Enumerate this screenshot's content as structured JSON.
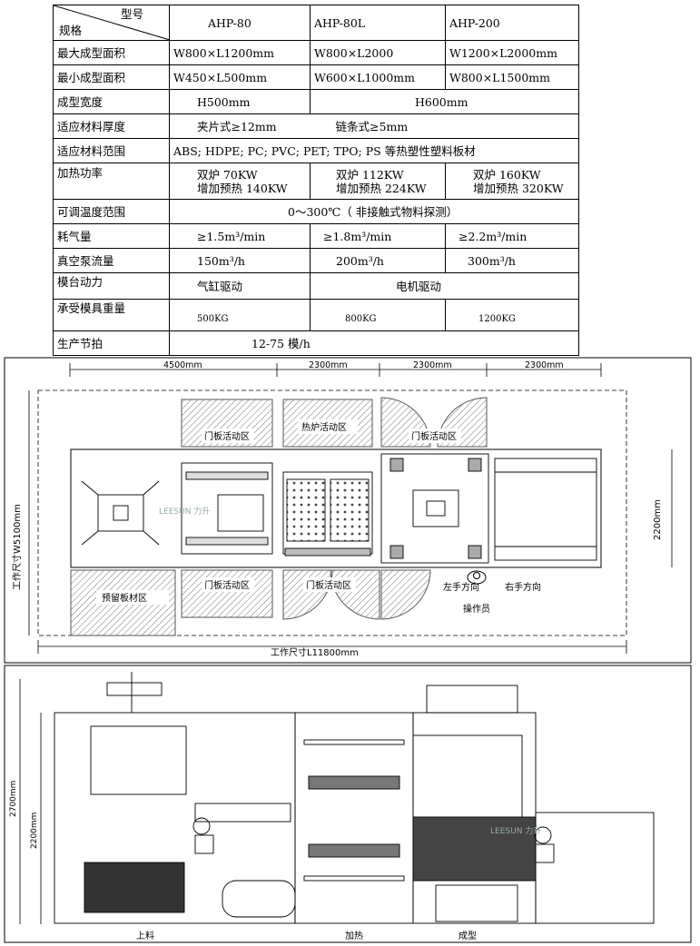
{
  "table": {
    "corner_top": "型号",
    "corner_bottom": "规格",
    "models": [
      "AHP-80",
      "AHP-80L",
      "AHP-200"
    ],
    "rows": [
      {
        "label": "最大成型面积",
        "cells": [
          "W800×L1200mm",
          "W800×L2000",
          "W1200×L2000mm"
        ]
      },
      {
        "label": "最小成型面积",
        "cells": [
          "W450×L500mm",
          "W600×L1000mm",
          "W800×L1500mm"
        ]
      },
      {
        "label": "成型宽度",
        "cells": [
          "H500mm",
          "H600mm"
        ]
      },
      {
        "label": "适应材料厚度",
        "cells": [
          "夹片式≥12mm",
          "链条式≥5mm"
        ]
      },
      {
        "label": "适应材料范围",
        "cells": [
          "ABS; HDPE; PC; PVC; PET; TPO; PS 等热塑性塑料板材"
        ]
      },
      {
        "label": "加热功率",
        "cells": [
          [
            "双炉 70KW",
            "增加预热 140KW"
          ],
          [
            "双炉 112KW",
            "增加预热 224KW"
          ],
          [
            "双炉 160KW",
            "增加预热 320KW"
          ]
        ]
      },
      {
        "label": "可调温度范围",
        "cells": [
          "0～300℃（ 非接触式物料探测）"
        ]
      },
      {
        "label": "耗气量",
        "cells": [
          "≥1.5m³/min",
          "≥1.8m³/min",
          "≥2.2m³/min"
        ]
      },
      {
        "label": "真空泵流量",
        "cells": [
          "150m³/h",
          "200m³/h",
          "300m³/h"
        ]
      },
      {
        "label": "模台动力",
        "cells": [
          "气缸驱动",
          "电机驱动"
        ]
      },
      {
        "label": "承受模具重量",
        "cells": [
          "500KG",
          "800KG",
          "1200KG"
        ]
      },
      {
        "label": "生产节拍",
        "cells": [
          "12-75 模/h"
        ]
      }
    ]
  },
  "plan": {
    "dims_top": [
      "4500mm",
      "2300mm",
      "2300mm",
      "2300mm"
    ],
    "width_label": "工作尺寸W5100mm",
    "length_label": "工作尺寸L11800mm",
    "inner_height": "2200mm",
    "zones": {
      "door_zone": "门板活动区",
      "oven_zone": "热炉活动区",
      "reserve_zone": "预留板材区",
      "left_dir": "左手方向",
      "right_dir": "右手方向",
      "operator": "操作员"
    },
    "watermark": "LEESUN 力升"
  },
  "elevation": {
    "h_total": "2700mm",
    "h_inner": "2200mm",
    "labels": [
      "上料",
      "加热",
      "成型"
    ],
    "watermark": "LEESUN 力升"
  }
}
